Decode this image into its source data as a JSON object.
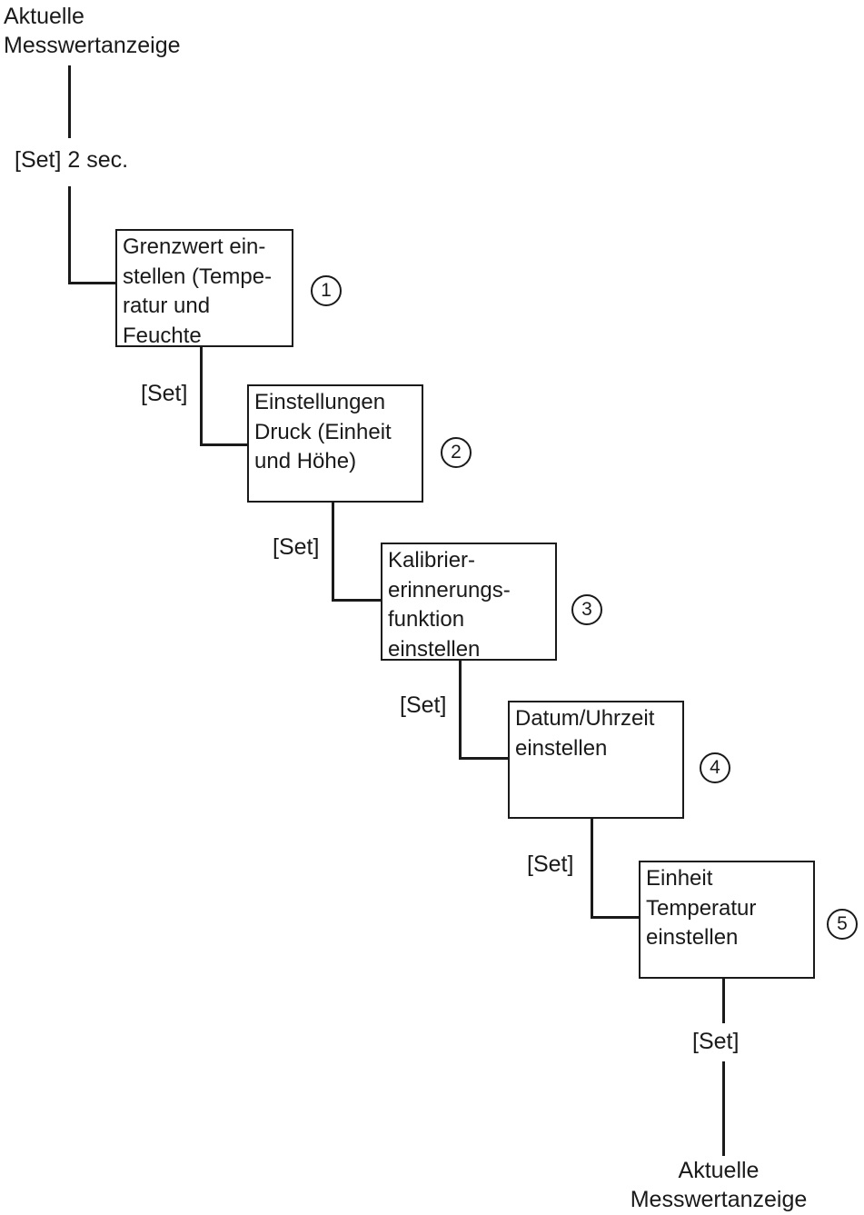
{
  "start_label": "Aktuelle\nMesswertanzeige",
  "start_action": "[Set] 2 sec.",
  "steps": [
    {
      "number": "1",
      "text": "Grenzwert ein-\nstellen (Tempe-\nratur und\nFeuchte",
      "transition": "[Set]"
    },
    {
      "number": "2",
      "text": "Einstellungen\nDruck (Einheit\nund Höhe)",
      "transition": "[Set]"
    },
    {
      "number": "3",
      "text": "Kalibrier-\nerinnerungs-\nfunktion\neinstellen",
      "transition": "[Set]"
    },
    {
      "number": "4",
      "text": "Datum/Uhrzeit\neinstellen",
      "transition": "[Set]"
    },
    {
      "number": "5",
      "text": "Einheit\nTemperatur\neinstellen",
      "transition": "[Set]"
    }
  ],
  "end_label": "Aktuelle\nMesswertanzeige"
}
